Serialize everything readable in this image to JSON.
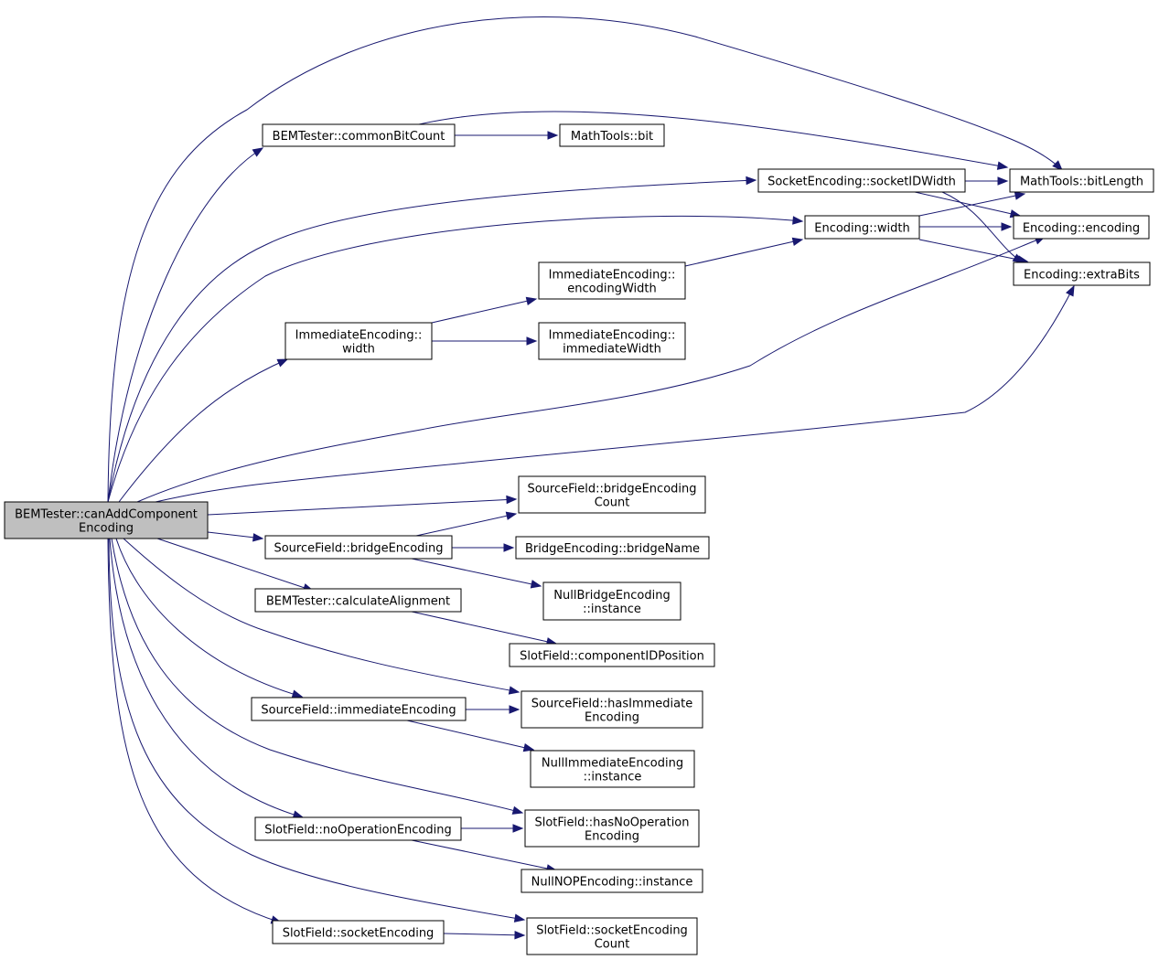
{
  "graph": {
    "edge_color": "#191970",
    "root_fill": "#bfbfbf",
    "nodes": [
      {
        "id": "root",
        "lines": [
          "BEMTester::canAddComponent",
          "Encoding"
        ],
        "root": true
      },
      {
        "id": "commonBitCount",
        "lines": [
          "BEMTester::commonBitCount"
        ]
      },
      {
        "id": "mathBit",
        "lines": [
          "MathTools::bit"
        ]
      },
      {
        "id": "bitLength",
        "lines": [
          "MathTools::bitLength"
        ]
      },
      {
        "id": "socketIDWidth",
        "lines": [
          "SocketEncoding::socketIDWidth"
        ]
      },
      {
        "id": "encWidth",
        "lines": [
          "Encoding::width"
        ]
      },
      {
        "id": "encoding",
        "lines": [
          "Encoding::encoding"
        ]
      },
      {
        "id": "extraBits",
        "lines": [
          "Encoding::extraBits"
        ]
      },
      {
        "id": "immEncWidth",
        "lines": [
          "ImmediateEncoding::",
          "encodingWidth"
        ]
      },
      {
        "id": "immWidth",
        "lines": [
          "ImmediateEncoding::",
          "width"
        ]
      },
      {
        "id": "immImmWidth",
        "lines": [
          "ImmediateEncoding::",
          "immediateWidth"
        ]
      },
      {
        "id": "bridgeEncCount",
        "lines": [
          "SourceField::bridgeEncoding",
          "Count"
        ]
      },
      {
        "id": "bridgeEnc",
        "lines": [
          "SourceField::bridgeEncoding"
        ]
      },
      {
        "id": "bridgeName",
        "lines": [
          "BridgeEncoding::bridgeName"
        ]
      },
      {
        "id": "nullBridge",
        "lines": [
          "NullBridgeEncoding",
          "::instance"
        ]
      },
      {
        "id": "calcAlign",
        "lines": [
          "BEMTester::calculateAlignment"
        ]
      },
      {
        "id": "compIDPos",
        "lines": [
          "SlotField::componentIDPosition"
        ]
      },
      {
        "id": "immEnc",
        "lines": [
          "SourceField::immediateEncoding"
        ]
      },
      {
        "id": "hasImm",
        "lines": [
          "SourceField::hasImmediate",
          "Encoding"
        ]
      },
      {
        "id": "nullImm",
        "lines": [
          "NullImmediateEncoding",
          "::instance"
        ]
      },
      {
        "id": "noOpEnc",
        "lines": [
          "SlotField::noOperationEncoding"
        ]
      },
      {
        "id": "hasNoOp",
        "lines": [
          "SlotField::hasNoOperation",
          "Encoding"
        ]
      },
      {
        "id": "nullNOP",
        "lines": [
          "NullNOPEncoding::instance"
        ]
      },
      {
        "id": "socketEnc",
        "lines": [
          "SlotField::socketEncoding"
        ]
      },
      {
        "id": "socketEncCount",
        "lines": [
          "SlotField::socketEncoding",
          "Count"
        ]
      }
    ],
    "edges": [
      {
        "from": "root",
        "to": "commonBitCount"
      },
      {
        "from": "root",
        "to": "bitLength"
      },
      {
        "from": "root",
        "to": "socketIDWidth"
      },
      {
        "from": "root",
        "to": "encWidth"
      },
      {
        "from": "root",
        "to": "immWidth"
      },
      {
        "from": "root",
        "to": "encoding"
      },
      {
        "from": "root",
        "to": "extraBits"
      },
      {
        "from": "root",
        "to": "bridgeEncCount"
      },
      {
        "from": "root",
        "to": "bridgeEnc"
      },
      {
        "from": "root",
        "to": "calcAlign"
      },
      {
        "from": "root",
        "to": "hasImm"
      },
      {
        "from": "root",
        "to": "immEnc"
      },
      {
        "from": "root",
        "to": "hasNoOp"
      },
      {
        "from": "root",
        "to": "noOpEnc"
      },
      {
        "from": "root",
        "to": "socketEncCount"
      },
      {
        "from": "root",
        "to": "socketEnc"
      },
      {
        "from": "commonBitCount",
        "to": "mathBit"
      },
      {
        "from": "commonBitCount",
        "to": "bitLength"
      },
      {
        "from": "socketIDWidth",
        "to": "bitLength"
      },
      {
        "from": "socketIDWidth",
        "to": "encoding"
      },
      {
        "from": "socketIDWidth",
        "to": "extraBits"
      },
      {
        "from": "encWidth",
        "to": "bitLength"
      },
      {
        "from": "encWidth",
        "to": "encoding"
      },
      {
        "from": "encWidth",
        "to": "extraBits"
      },
      {
        "from": "immEncWidth",
        "to": "encWidth"
      },
      {
        "from": "immWidth",
        "to": "immEncWidth"
      },
      {
        "from": "immWidth",
        "to": "immImmWidth"
      },
      {
        "from": "bridgeEnc",
        "to": "bridgeEncCount"
      },
      {
        "from": "bridgeEnc",
        "to": "bridgeName"
      },
      {
        "from": "bridgeEnc",
        "to": "nullBridge"
      },
      {
        "from": "calcAlign",
        "to": "compIDPos"
      },
      {
        "from": "immEnc",
        "to": "hasImm"
      },
      {
        "from": "immEnc",
        "to": "nullImm"
      },
      {
        "from": "noOpEnc",
        "to": "hasNoOp"
      },
      {
        "from": "noOpEnc",
        "to": "nullNOP"
      },
      {
        "from": "socketEnc",
        "to": "socketEncCount"
      }
    ]
  }
}
